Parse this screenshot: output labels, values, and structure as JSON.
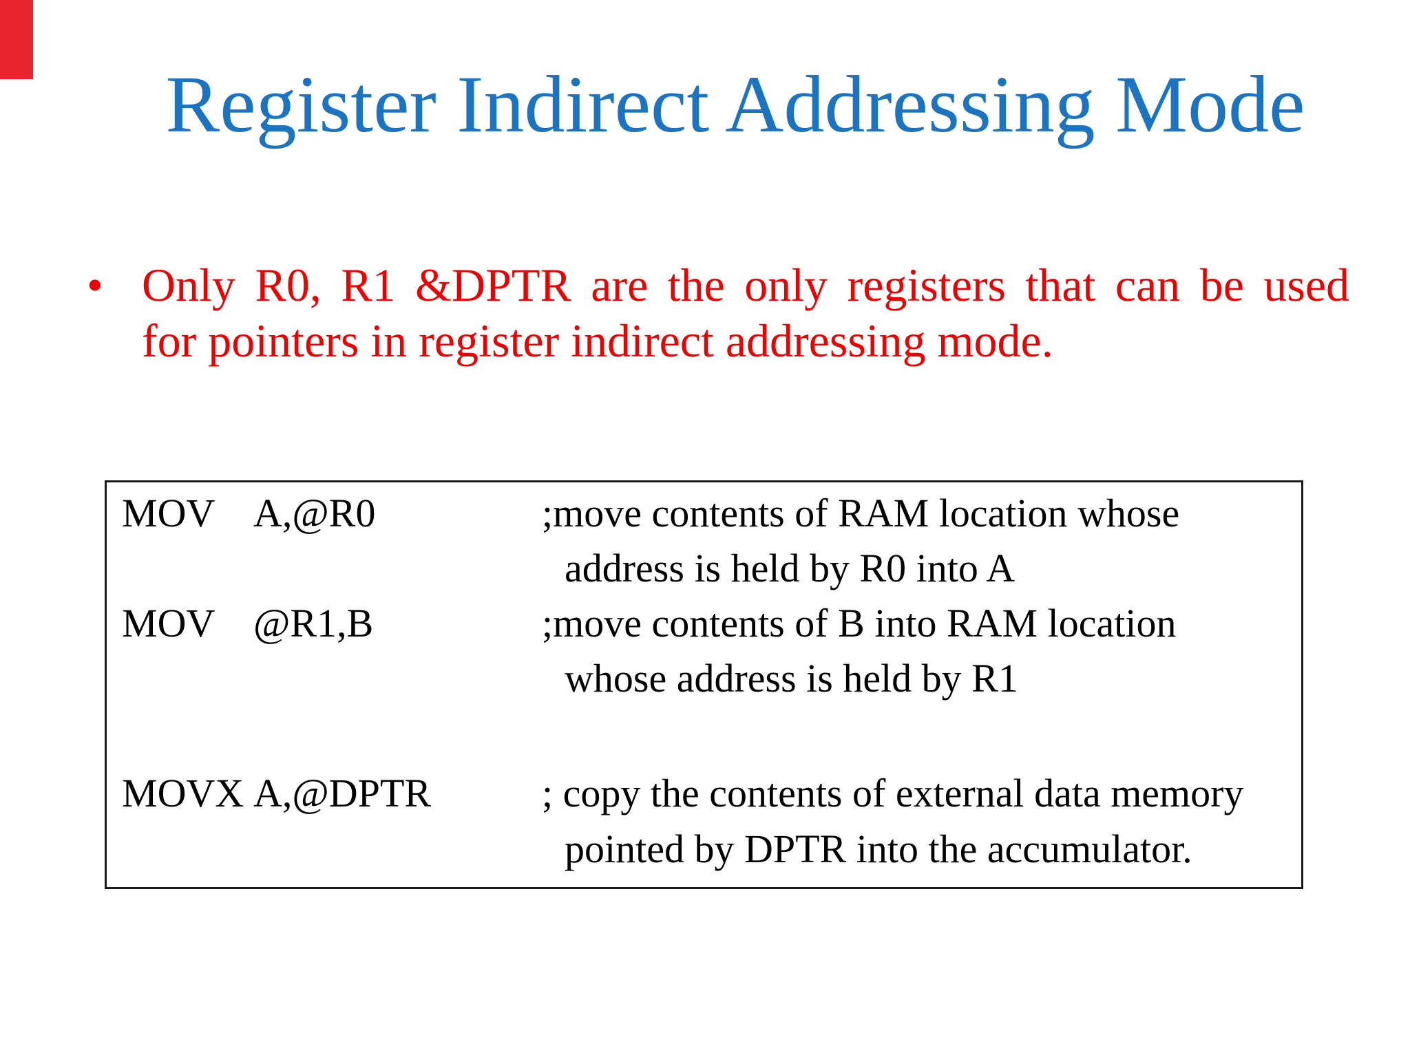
{
  "slide": {
    "title": "Register Indirect Addressing Mode",
    "bullet": {
      "marker": "•",
      "lines": [
        "Only R0, R1 &DPTR are the only registers that can be used",
        "for pointers in register indirect addressing mode."
      ],
      "full_text": "Only R0, R1 &DPTR are the only registers that can be used for pointers in register indirect addressing mode."
    },
    "code_box": {
      "rows": [
        {
          "mnemonic": "MOV",
          "operand": "A,@R0",
          "comment": ";move contents of RAM location whose"
        },
        {
          "continuation": "address is held by R0 into A"
        },
        {
          "mnemonic": "MOV",
          "operand": "@R1,B",
          "comment": ";move contents of B into RAM location"
        },
        {
          "continuation": "whose address is held by R1"
        },
        {
          "mnemonic": "MOVX",
          "operand": "A,@DPTR",
          "comment": "; copy the contents of  external data memory"
        },
        {
          "continuation": "pointed by DPTR into the accumulator."
        }
      ]
    },
    "colors": {
      "background": "#ffffff",
      "title_blue": "#1b74c2",
      "bullet_red": "#ee0000",
      "text_black": "#000000",
      "box_border": "#1a1a1a",
      "corner_bar_red": "#e8242c"
    }
  }
}
